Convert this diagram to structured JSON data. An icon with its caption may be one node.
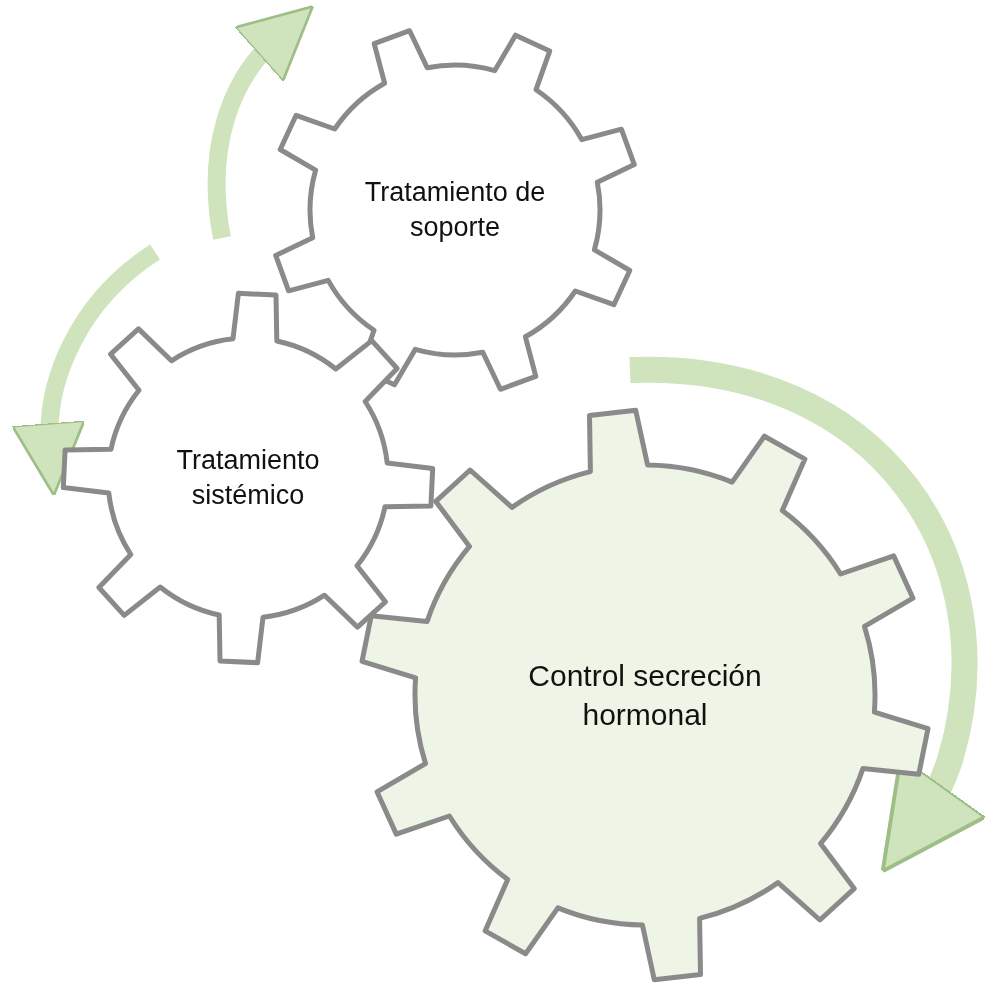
{
  "diagram": {
    "nodes": [
      {
        "text": [
          "Tratamiento de soporte"
        ]
      },
      {
        "text": [
          "Tratamiento sistémico"
        ]
      },
      {
        "text": [
          "Control secreción hormonal"
        ]
      }
    ]
  }
}
